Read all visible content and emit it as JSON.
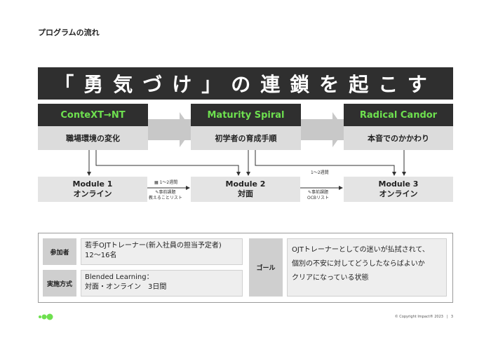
{
  "page": {
    "title": "プログラムの流れ"
  },
  "banner": {
    "text": "「勇気づけ」の連鎖を起こす"
  },
  "stages": [
    {
      "name": "ConteXT→NT",
      "sub": "職場環境の変化"
    },
    {
      "name": "Maturity Spiral",
      "sub": "初学者の育成手順"
    },
    {
      "name": "Radical Candor",
      "sub": "本音でのかかわり"
    }
  ],
  "modules": [
    {
      "line1": "Module 1",
      "line2": "オンライン"
    },
    {
      "line1": "Module 2",
      "line2": "対面"
    },
    {
      "line1": "Module 3",
      "line2": "オンライン"
    }
  ],
  "transitions": {
    "t1": {
      "period": "1〜2週間",
      "task": "事前課題",
      "detail": "教えることリスト"
    },
    "t2": {
      "period": "1〜2週間",
      "task": "事前課題",
      "detail": "OCBリスト"
    }
  },
  "info": {
    "participants": {
      "label": "参加者",
      "line1": "若手OJTトレーナー(新入社員の担当予定者)",
      "line2": "12〜16名"
    },
    "format": {
      "label": "実施方式",
      "line1": "Blended Learning：",
      "line2": "対面・オンライン　3日間"
    },
    "goal": {
      "label": "ゴール",
      "line1": "OJTトレーナーとしての迷いが払拭されて、",
      "line2": "個別の不安に対してどうしたならばよいか",
      "line3": "クリアになっている状態"
    }
  },
  "footer": {
    "copyright": "© Copyright Impact® 2023",
    "separator": "|",
    "page_number": "3"
  },
  "colors": {
    "accent": "#6ee04f",
    "dark": "#2f2f2f",
    "light": "#dcdcdc"
  },
  "icons": {
    "calendar": "calendar-icon",
    "pencil": "pencil-icon",
    "logo": "impact-logo-icon"
  }
}
